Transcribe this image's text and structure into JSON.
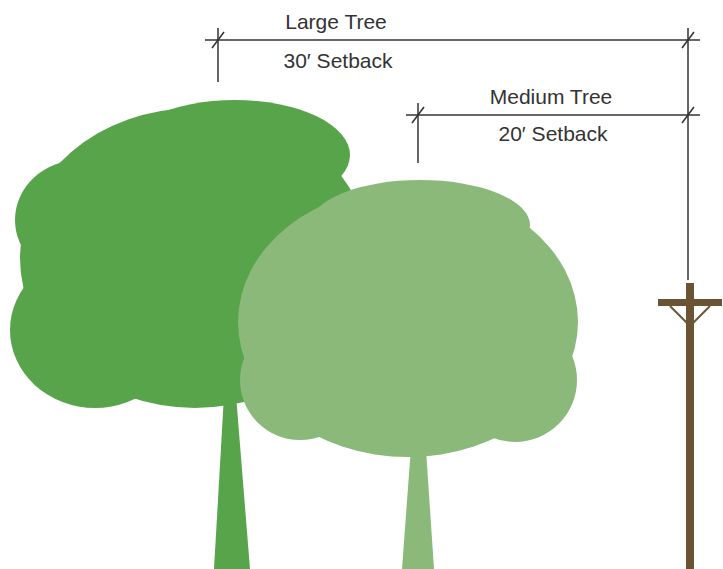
{
  "diagram": {
    "labels": [
      "Large Tree",
      "30′ Setback",
      "Medium Tree",
      "20′ Setback"
    ]
  }
}
